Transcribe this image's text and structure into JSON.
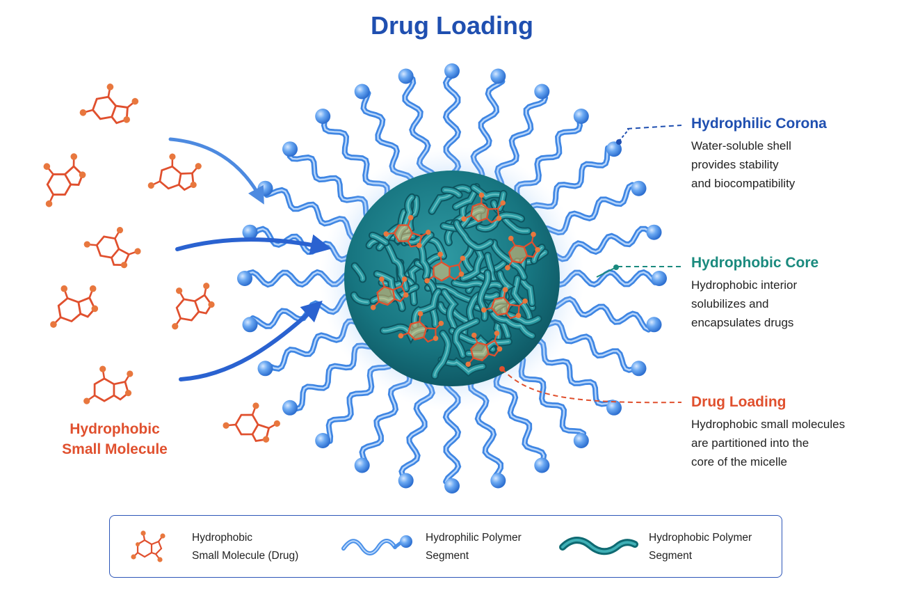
{
  "title": "Drug Loading",
  "molecule_label": "Hydrophobic\nSmall Molecule",
  "callouts": [
    {
      "id": "corona",
      "title": "Hydrophilic Corona",
      "text": "Water-soluble shell\nprovides stability\nand biocompatibility",
      "color": "#1f4fb0"
    },
    {
      "id": "core",
      "title": "Hydrophobic Core",
      "text": "Hydrophobic interior\nsolubilizes and\nencapsulates drugs",
      "color": "#1a8a7e"
    },
    {
      "id": "loading",
      "title": "Drug Loading",
      "text": "Hydrophobic small molecules\nare partitioned into the\ncore of the micelle",
      "color": "#e0502e"
    }
  ],
  "legend": [
    {
      "id": "drug",
      "icon": "drug-molecule-icon",
      "label": "Hydrophobic\nSmall Molecule (Drug)"
    },
    {
      "id": "hydrophilic",
      "icon": "hydrophilic-polymer-icon",
      "label": "Hydrophilic Polymer\nSegment"
    },
    {
      "id": "hydrophobic",
      "icon": "hydrophobic-polymer-icon",
      "label": "Hydrophobic Polymer\nSegment"
    }
  ],
  "colors": {
    "title": "#1f4fb0",
    "molecule": "#e0502e",
    "hydrophilic": "#4a90e8",
    "hydrophobic": "#1a7f86",
    "arrow": "#2a62d0"
  }
}
